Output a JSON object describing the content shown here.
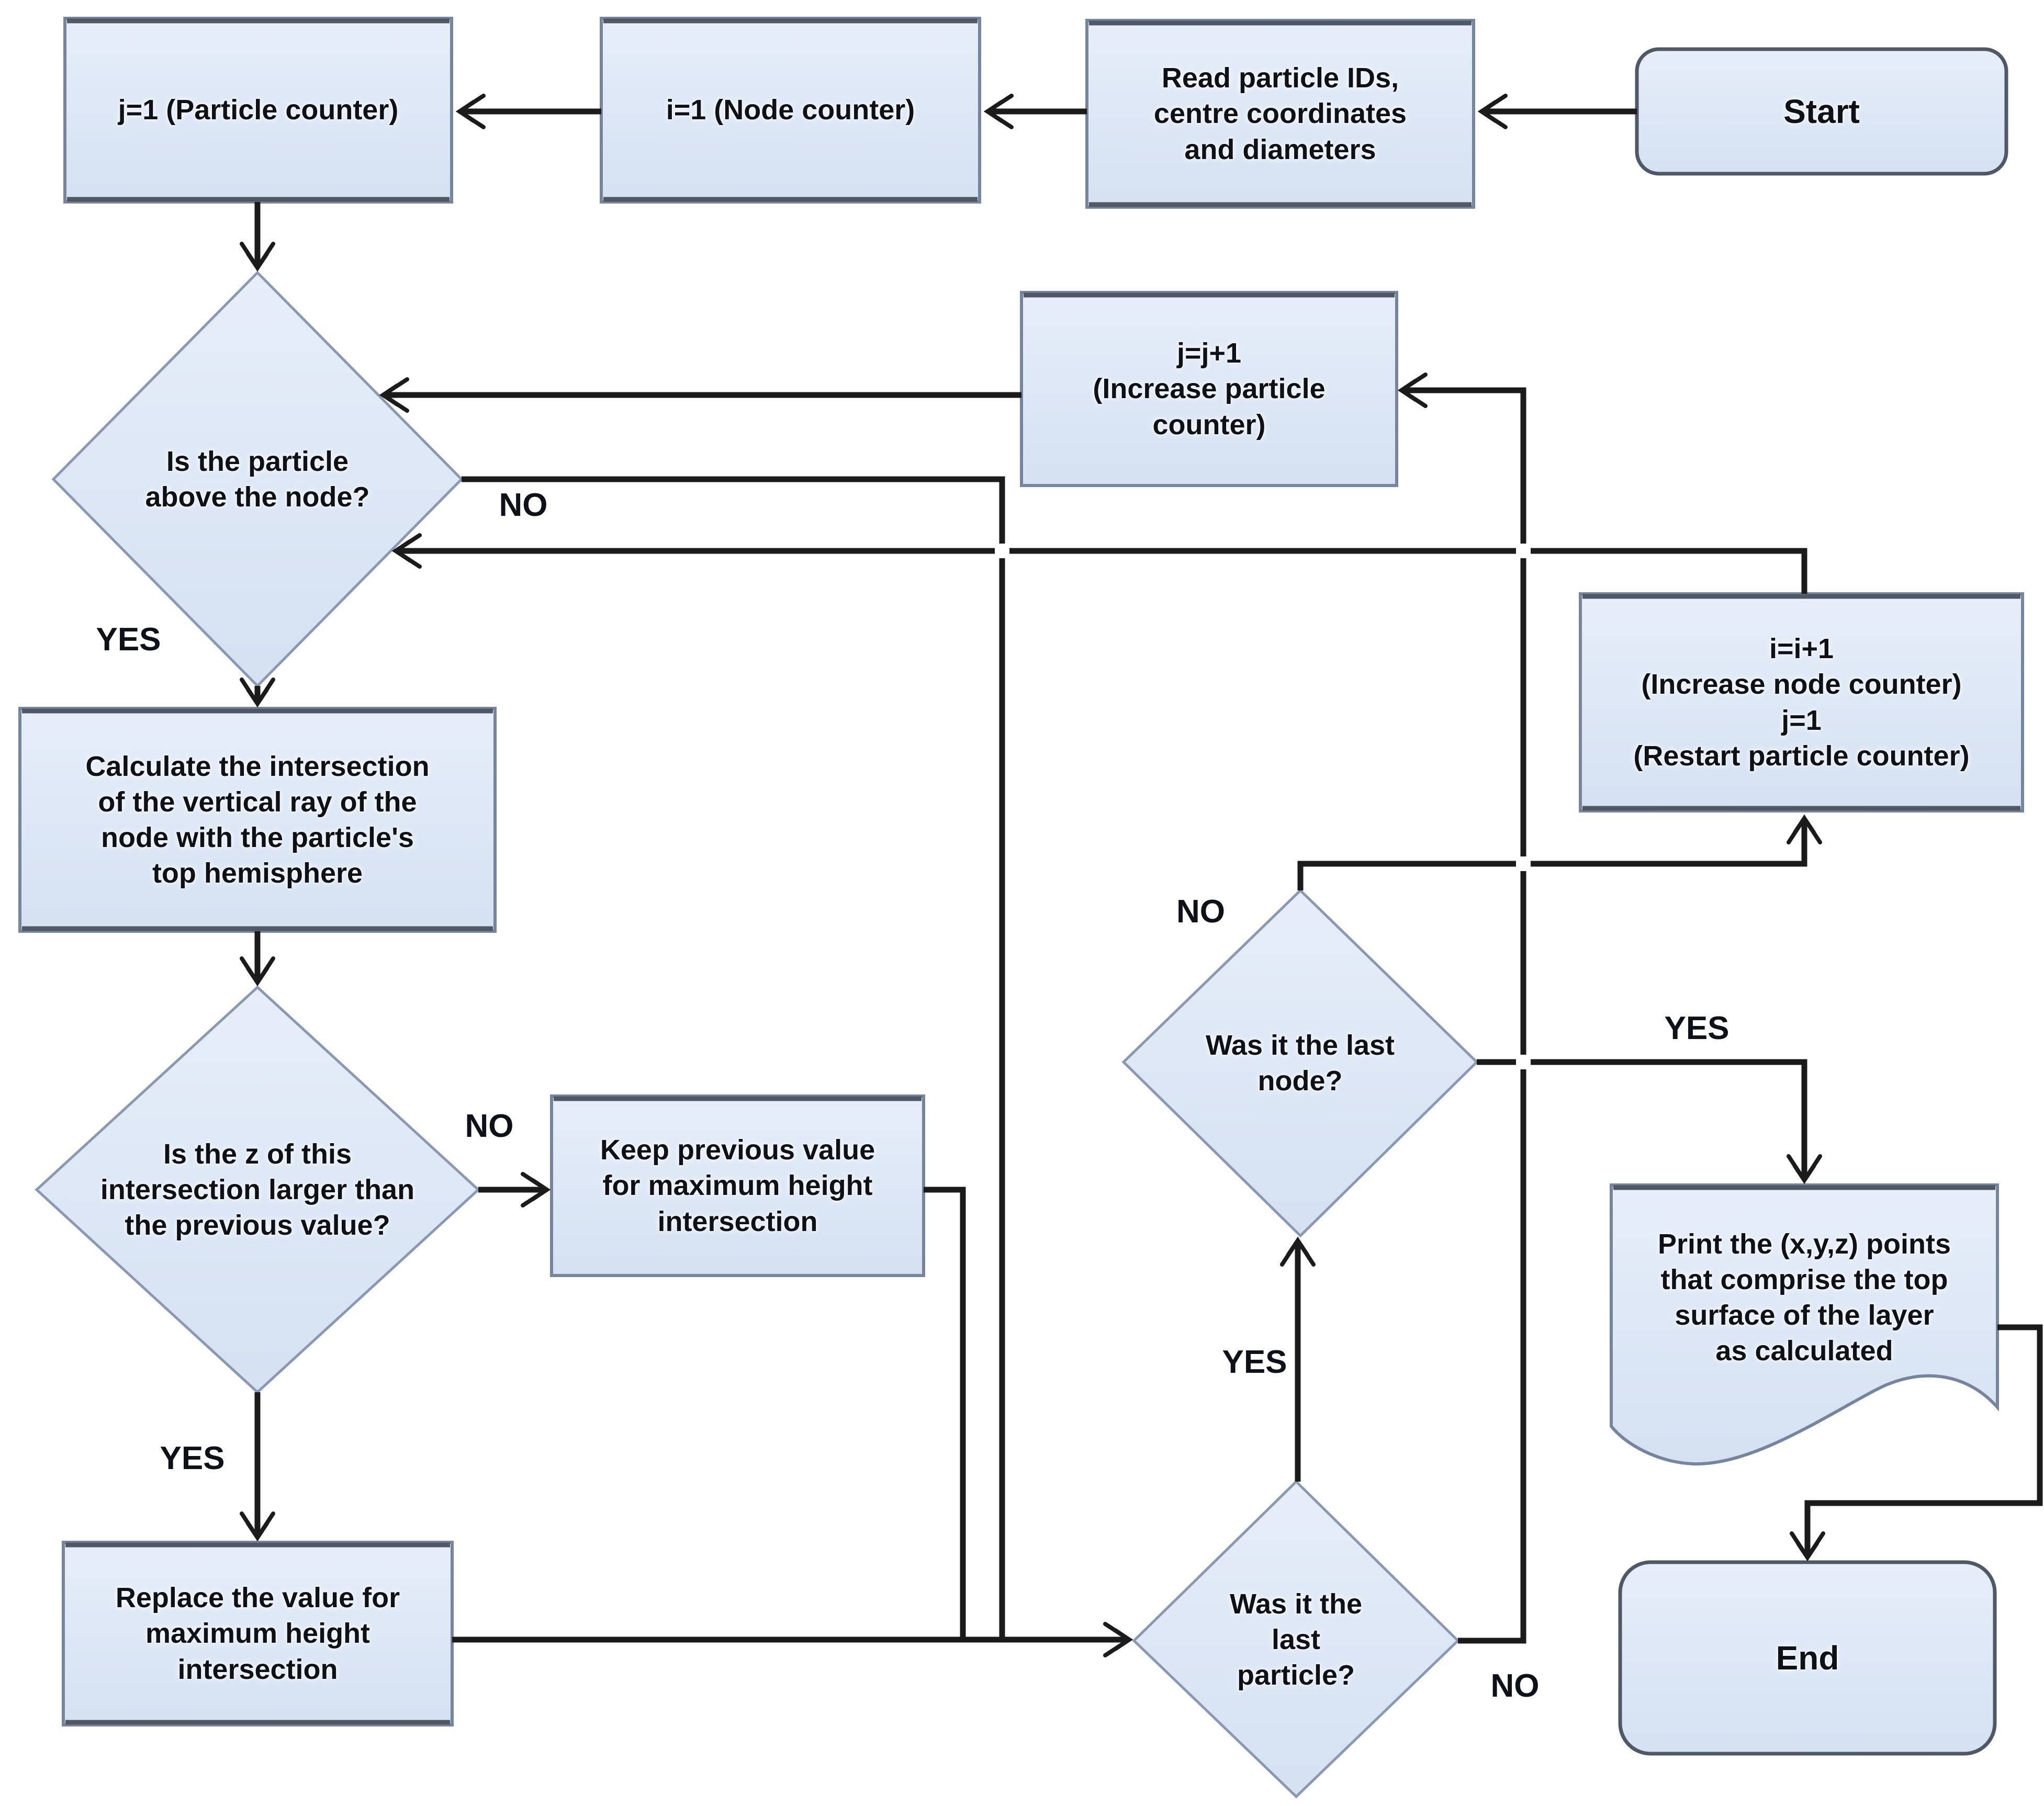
{
  "nodes": {
    "start": {
      "label": "Start",
      "type": "terminator"
    },
    "read": {
      "label": "Read particle IDs,\ncentre coordinates\nand diameters",
      "type": "process"
    },
    "i1": {
      "label": "i=1 (Node counter)",
      "type": "process"
    },
    "j1": {
      "label": "j=1 (Particle counter)",
      "type": "process"
    },
    "jj": {
      "label": "j=j+1\n(Increase particle\ncounter)",
      "type": "process"
    },
    "d1": {
      "label": "Is the particle\nabove the node?",
      "type": "decision"
    },
    "ii": {
      "label": "i=i+1\n(Increase node counter)\nj=1\n(Restart particle counter)",
      "type": "process"
    },
    "calc": {
      "label": "Calculate the intersection\nof the vertical ray of the\nnode with the particle's\ntop hemisphere",
      "type": "process"
    },
    "d2": {
      "label": "Is the z of this\nintersection larger than\nthe previous value?",
      "type": "decision"
    },
    "keep": {
      "label": "Keep previous value\nfor maximum height\nintersection",
      "type": "process"
    },
    "d3": {
      "label": "Was it the last\nnode?",
      "type": "decision"
    },
    "print": {
      "label": "Print the (x,y,z) points\nthat comprise the top\nsurface of the layer\nas calculated",
      "type": "document"
    },
    "replace": {
      "label": "Replace the value for\nmaximum height\nintersection",
      "type": "process"
    },
    "d4": {
      "label": "Was it the\nlast\nparticle?",
      "type": "decision"
    },
    "end": {
      "label": "End",
      "type": "terminator"
    }
  },
  "edge_labels": {
    "d1_no": "NO",
    "d1_yes": "YES",
    "d2_no": "NO",
    "d2_yes": "YES",
    "d3_no": "NO",
    "d3_yes": "YES",
    "d4_yes": "YES",
    "d4_no": "NO"
  },
  "colors": {
    "node_fill_top": "#e7eef9",
    "node_fill_bottom": "#d5e1f2",
    "node_border": "#77859c",
    "node_border_dark": "#4f5864",
    "diamond_border": "#8b99b0",
    "line": "#1b1b1b",
    "text": "#0e1118",
    "bg": "#ffffff"
  }
}
